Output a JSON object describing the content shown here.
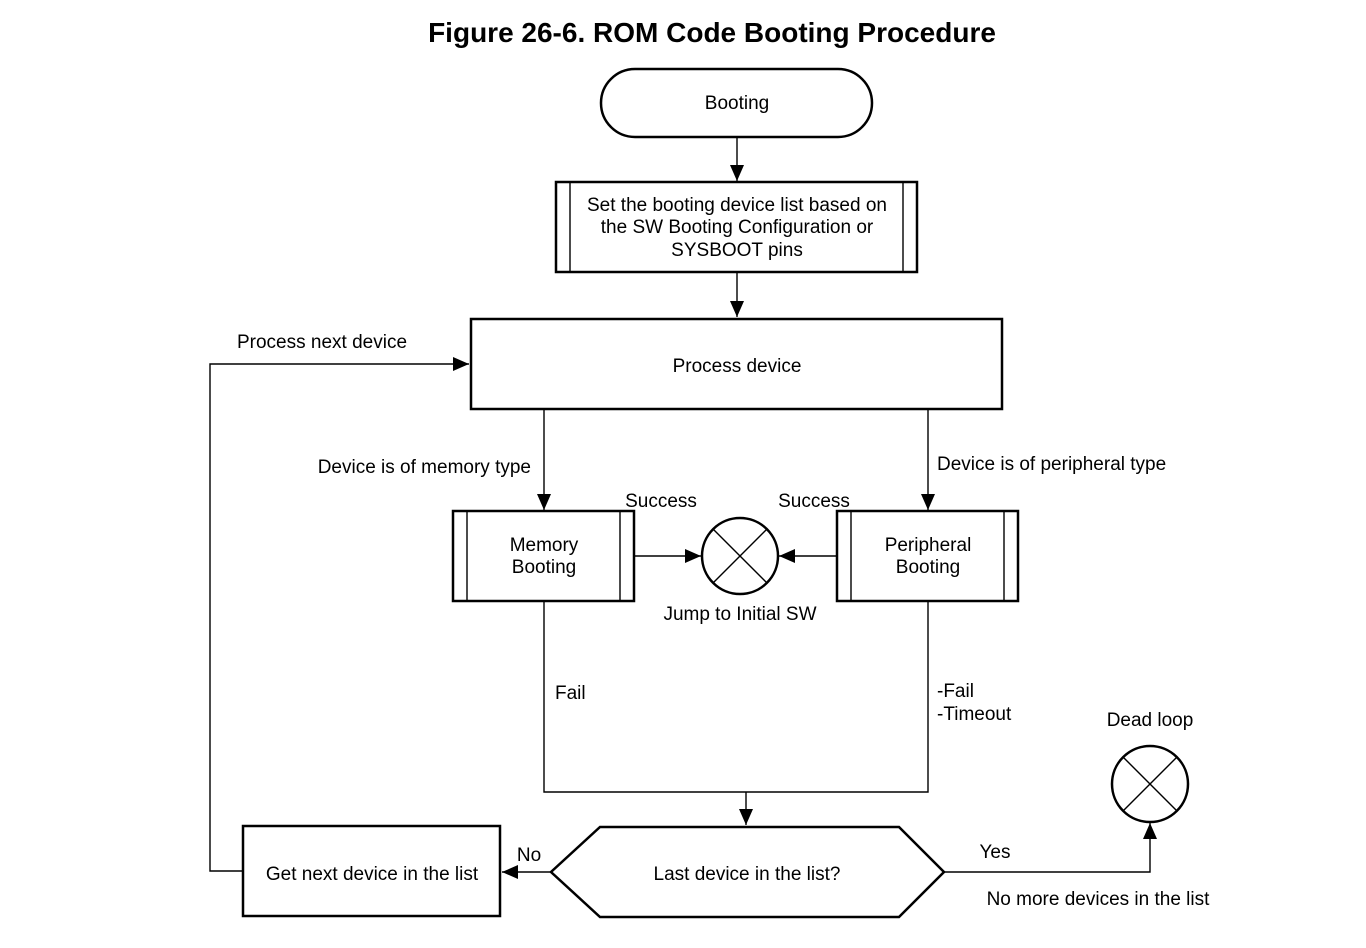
{
  "figure": {
    "title": "Figure 26-6. ROM Code Booting Procedure"
  },
  "nodes": {
    "start": "Booting",
    "set_list": [
      "Set the booting device list based on",
      "the SW Booting Configuration  or",
      "SYSBOOT pins"
    ],
    "process": "Process device",
    "memory": [
      "Memory",
      "Booting"
    ],
    "peripheral": [
      "Peripheral",
      "Booting"
    ],
    "jump": "Jump to Initial SW",
    "decision": "Last device in the list?",
    "next": "Get next device in the list",
    "dead": "Dead loop"
  },
  "labels": {
    "process_next": "Process next device",
    "memory_type": "Device is of memory type",
    "peripheral_type": "Device is of peripheral type",
    "success_left": "Success",
    "success_right": "Success",
    "fail": "Fail",
    "fail2": "-Fail",
    "timeout": "-Timeout",
    "no": "No",
    "yes": "Yes",
    "no_more": "No more devices in the list"
  }
}
